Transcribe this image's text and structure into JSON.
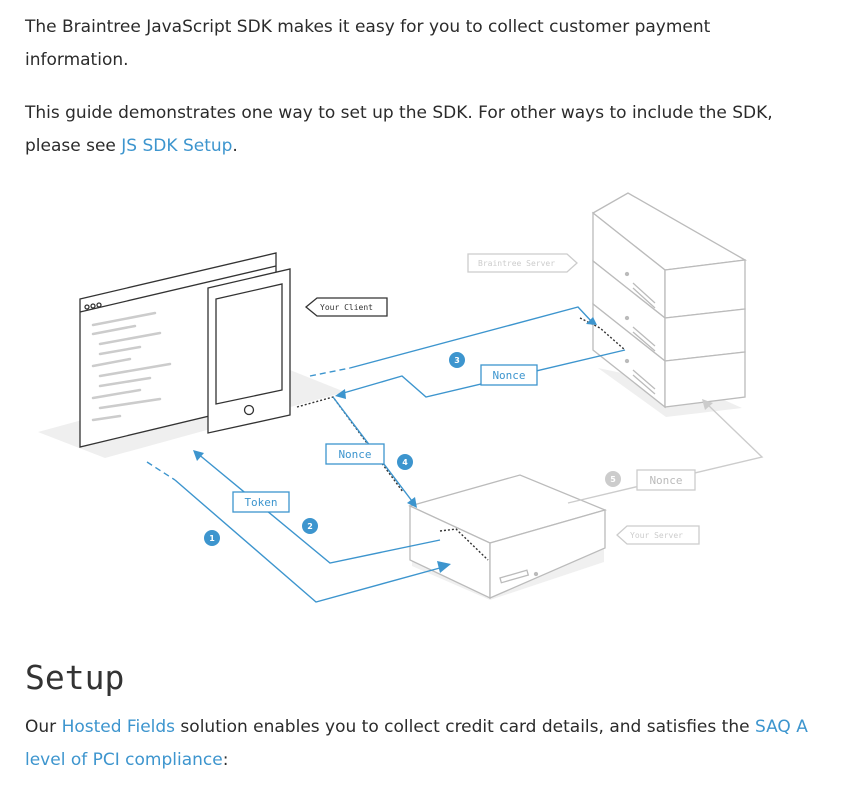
{
  "intro": {
    "p1": "The Braintree JavaScript SDK makes it easy for you to collect customer payment information.",
    "p2_before": "This guide demonstrates one way to set up the SDK. For other ways to include the SDK, please see ",
    "p2_link": "JS SDK Setup",
    "p2_after": "."
  },
  "diagram": {
    "labels": {
      "braintree_server": "Braintree Server",
      "your_client": "Your Client",
      "your_server": "Your Server",
      "nonce_top": "Nonce",
      "nonce_mid": "Nonce",
      "nonce_right": "Nonce",
      "token": "Token"
    },
    "steps": [
      "1",
      "2",
      "3",
      "4",
      "5"
    ],
    "colors": {
      "accent": "#3d95ce",
      "muted": "#cccccc",
      "outline": "#333333"
    }
  },
  "setup": {
    "heading": "Setup",
    "text_before": "Our ",
    "link_hosted_fields": "Hosted Fields",
    "text_middle": " solution enables you to collect credit card details, and satisfies the ",
    "link_saq": "SAQ A level of PCI compliance",
    "text_after": ":"
  }
}
